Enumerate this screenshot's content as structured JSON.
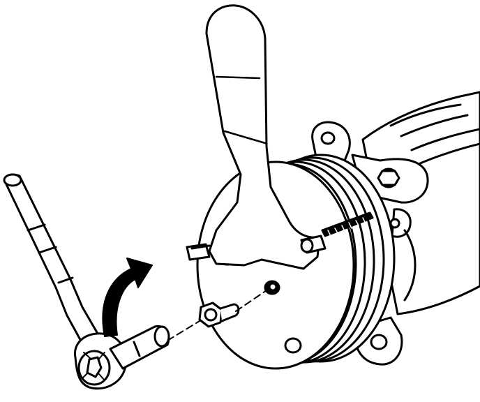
{
  "diagram": {
    "colors": {
      "line": "#000000",
      "fill": "#ffffff",
      "shade": "#000000"
    },
    "parts": [
      "compressor-body",
      "clutch-plate",
      "holding-tool",
      "socket-wrench",
      "bolt",
      "rotation-arrow"
    ]
  }
}
